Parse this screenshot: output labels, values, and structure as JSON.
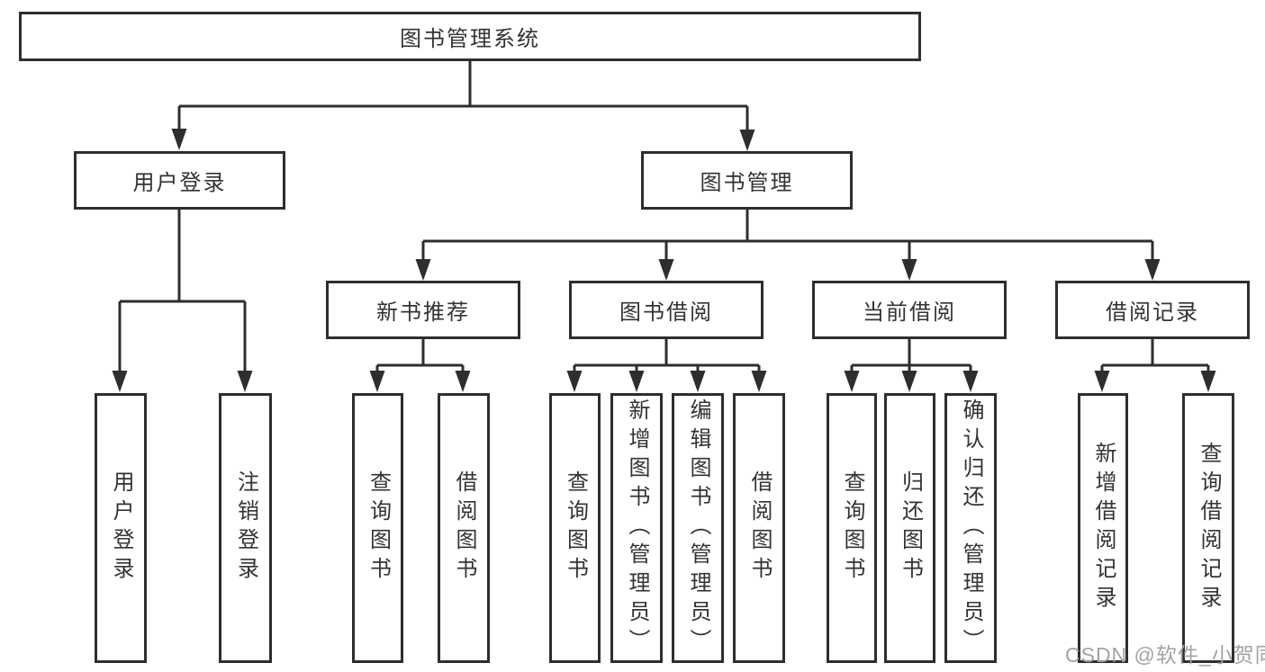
{
  "nodes": {
    "root": "图书管理系统",
    "user_login": "用户登录",
    "book_mgmt": "图书管理",
    "new_book_rec": "新书推荐",
    "book_borrow": "图书借阅",
    "current_borrow": "当前借阅",
    "borrow_records": "借阅记录",
    "ul_login": "用户登录",
    "ul_logout": "注销登录",
    "nb_query": "查询图书",
    "nb_borrow": "借阅图书",
    "bb_query": "查询图书",
    "bb_add": "新增图书（管理员）",
    "bb_edit": "编辑图书（管理员）",
    "bb_borrow": "借阅图书",
    "cb_query": "查询图书",
    "cb_return": "归还图书",
    "cb_confirm": "确认归还（管理员）",
    "br_add": "新增借阅记录",
    "br_query": "查询借阅记录"
  },
  "watermark": "CSDN @软件_小贺同学",
  "colors": {
    "line": "#2e2e2e",
    "text": "#333333",
    "background": "#ffffff",
    "watermark": "#a3a3a3"
  }
}
